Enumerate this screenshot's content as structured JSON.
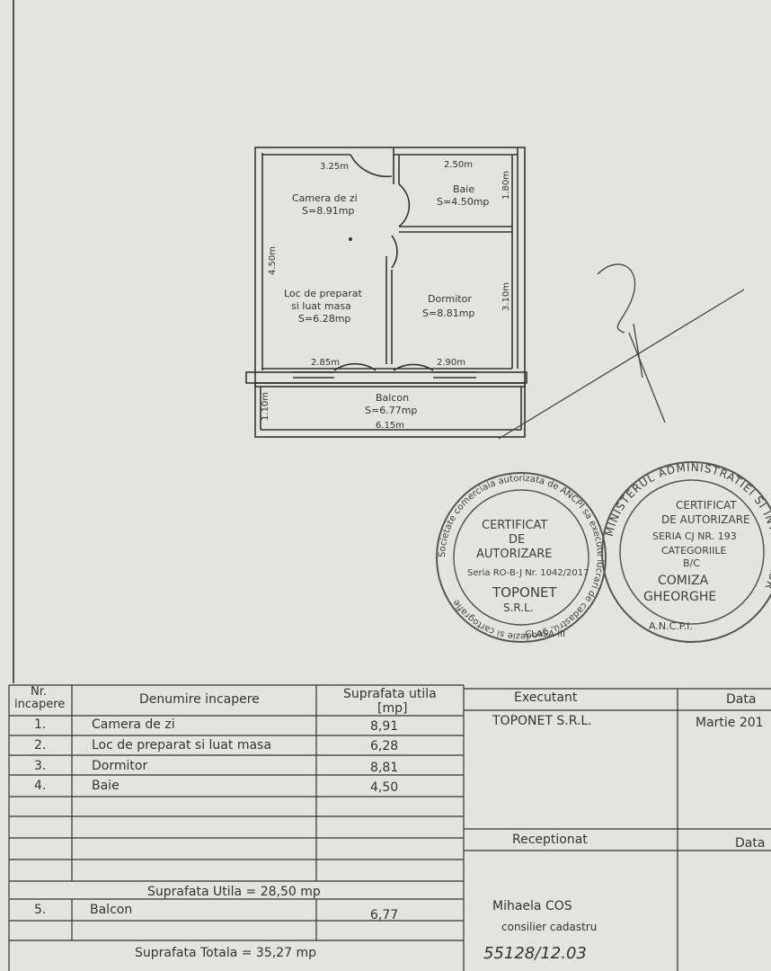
{
  "plan": {
    "camera_label": "Camera de zi",
    "camera_area": "S=8.91mp",
    "loc_line1": "Loc de preparat",
    "loc_line2": "si luat masa",
    "loc_area": "S=6.28mp",
    "baie_label": "Baie",
    "baie_area": "S=4.50mp",
    "dormitor_label": "Dormitor",
    "dormitor_area": "S=8.81mp",
    "balcon_label": "Balcon",
    "balcon_area": "S=6.77mp",
    "dim_325": "3.25m",
    "dim_250": "2.50m",
    "dim_180": "1.80m",
    "dim_450": "4.50m",
    "dim_310": "3.10m",
    "dim_285": "2.85m",
    "dim_290": "2.90m",
    "dim_110": "1.10m",
    "dim_615": "6.15m"
  },
  "stamp1": {
    "ring": "Societate comerciala autorizata de ANCPI sa execute lucrari de cadastru, geodezie si cartografie",
    "line1": "CERTIFICAT",
    "line2": "DE",
    "line3": "AUTORIZARE",
    "line4": "Seria RO-B-J Nr. 1042/2017",
    "line5": "TOPONET",
    "line6": "S.R.L.",
    "line7": "CLASA III"
  },
  "stamp2": {
    "ring": "MINISTERUL ADMINISTRATIEI SI INTERNELOR",
    "line1": "CERTIFICAT",
    "line2": "DE AUTORIZARE",
    "line3": "SERIA CJ NR. 193",
    "line4": "CATEGORIILE",
    "line5": "B/C",
    "line6": "COMIZA",
    "line7": "GHEORGHE",
    "bottom": "A.N.C.P.I."
  },
  "table": {
    "h_nr1": "Nr.",
    "h_nr2": "incapere",
    "h_denumire": "Denumire incapere",
    "h_supr1": "Suprafata utila",
    "h_supr2": "[mp]",
    "rows": [
      {
        "nr": "1.",
        "name": "Camera de zi",
        "area": "8,91"
      },
      {
        "nr": "2.",
        "name": "Loc de preparat si luat masa",
        "area": "6,28"
      },
      {
        "nr": "3.",
        "name": "Dormitor",
        "area": "8,81"
      },
      {
        "nr": "4.",
        "name": "Baie",
        "area": "4,50"
      }
    ],
    "total_utila": "Suprafata Utila = 28,50 mp",
    "balcon_nr": "5.",
    "balcon_name": "Balcon",
    "balcon_area": "6,77",
    "total": "Suprafata Totala = 35,27 mp"
  },
  "right_table": {
    "executant_header": "Executant",
    "data_header": "Data",
    "executant": "TOPONET S.R.L.",
    "data_value": "Martie 201",
    "receptionat": "Receptionat",
    "data2": "Data",
    "name": "Mihaela COS",
    "role": "consilier cadastru",
    "number": "55128/12.03"
  }
}
